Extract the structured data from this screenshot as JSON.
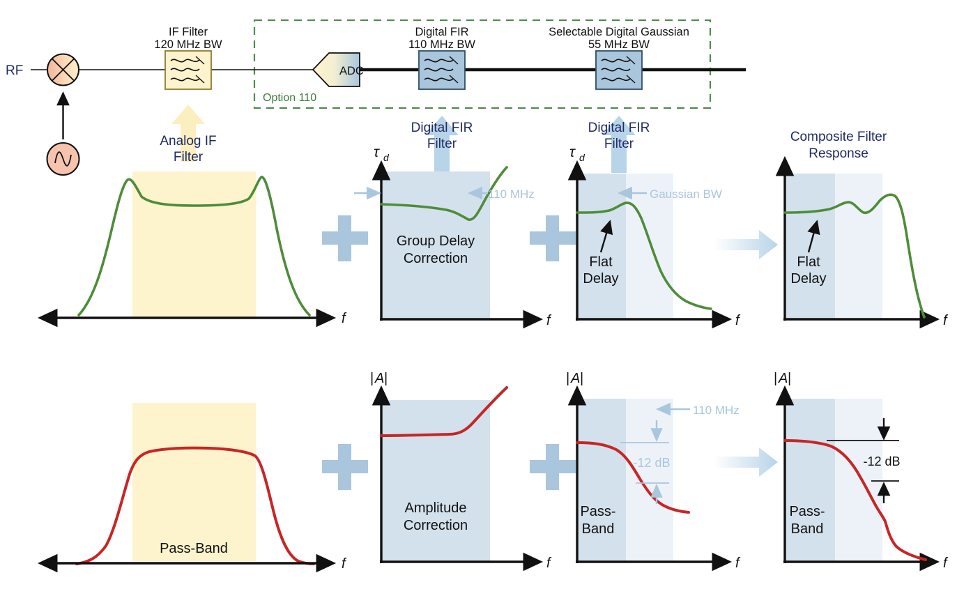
{
  "diagram": {
    "title": "Receiver IF and Digital Filter Chain with Composite Filter Response",
    "colors": {
      "analog_yellow": "#fdf3cd",
      "analog_yellow_border": "#b8a54a",
      "digital_blue": "#a9c6dd",
      "digital_blue_border": "#3c5a73",
      "band_blue": "#d3e1ec",
      "band_blue_light": "#edf2f9",
      "green_trace": "#4e8c3a",
      "red_trace": "#c62626",
      "navy_text": "#1f2a63",
      "option_green": "#3c7d3c",
      "arrow_blue": "#b8d4e8",
      "arrow_yellow": "#fbefc0",
      "mixer_pink": "#f6c3ae"
    },
    "blockchain": {
      "rf_label": "RF",
      "mixer": "mixer-symbol",
      "lo": "local-oscillator-symbol",
      "if_filter": {
        "line1": "IF Filter",
        "line2": "120 MHz BW",
        "callout": "Analog IF\nFilter",
        "callout_l1": "Analog IF",
        "callout_l2": "Filter"
      },
      "adc": {
        "label": "ADC"
      },
      "option_box": {
        "label": "Option 110"
      },
      "fir1": {
        "line1": "Digital FIR",
        "line2": "110 MHz BW",
        "callout_l1": "Digital FIR",
        "callout_l2": "Filter"
      },
      "fir2": {
        "line1": "Selectable Digital Gaussian",
        "line2": "55 MHz BW",
        "callout_l1": "Digital FIR",
        "callout_l2": "Filter"
      },
      "composite_title_l1": "Composite Filter",
      "composite_title_l2": "Response"
    },
    "operators": {
      "plus": "+",
      "result_arrow": "result-arrow"
    }
  },
  "chart_data": [
    {
      "id": "analog-if-group-delay",
      "type": "line",
      "title": "",
      "xlabel": "f",
      "ylabel": "",
      "axis_style": "double-arrow-horizontal",
      "trace_color": "#4e8c3a",
      "band": {
        "label": "",
        "color": "#fdf3cd",
        "x_start": 0.38,
        "x_end": 0.72
      },
      "notes": "Analog IF filter group-delay shape: flat with peaking at band edges, rolls off outside 120 MHz BW",
      "x": [
        0.22,
        0.27,
        0.3,
        0.33,
        0.345,
        0.36,
        0.4,
        0.5,
        0.6,
        0.66,
        0.685,
        0.7,
        0.72,
        0.76,
        0.82,
        0.9
      ],
      "y": [
        0.02,
        0.22,
        0.55,
        0.82,
        0.92,
        0.86,
        0.8,
        0.785,
        0.79,
        0.83,
        0.9,
        0.92,
        0.8,
        0.5,
        0.2,
        0.03
      ]
    },
    {
      "id": "fir1-group-delay-correction",
      "type": "line",
      "title": "",
      "xlabel": "f",
      "ylabel": "τ_d",
      "trace_color": "#4e8c3a",
      "band": {
        "label_l1": "Group Delay",
        "label_l2": "Correction",
        "color": "#d3e1ec",
        "x_start": 0.0,
        "x_end": 0.62
      },
      "annotation": {
        "text": "110 MHz",
        "color": "#a9c6dd"
      },
      "notes": "Flat correction across passband, dips at band edge, then rises steeply beyond 110 MHz",
      "x": [
        0.0,
        0.2,
        0.4,
        0.52,
        0.58,
        0.62,
        0.66,
        0.74,
        0.85
      ],
      "y": [
        0.72,
        0.715,
        0.705,
        0.68,
        0.645,
        0.655,
        0.72,
        0.85,
        0.97
      ]
    },
    {
      "id": "fir2-flat-delay",
      "type": "line",
      "title": "",
      "xlabel": "f",
      "ylabel": "τ_d",
      "trace_color": "#4e8c3a",
      "band": {
        "label_l1": "Flat",
        "label_l2": "Delay",
        "color": "#d3e1ec",
        "x_start": 0.0,
        "x_end": 0.29
      },
      "band2": {
        "label": "Gaussian BW",
        "color": "#edf2f9",
        "x_start": 0.29,
        "x_end": 0.56
      },
      "annotation": {
        "text": "Gaussian BW",
        "color": "#a9c6dd"
      },
      "notes": "Flat delay in passband, slight bump then monotonic roll-off of group delay",
      "x": [
        0.0,
        0.15,
        0.25,
        0.31,
        0.36,
        0.42,
        0.5,
        0.58,
        0.68,
        0.78,
        0.86
      ],
      "y": [
        0.74,
        0.738,
        0.745,
        0.775,
        0.785,
        0.745,
        0.6,
        0.4,
        0.2,
        0.08,
        0.04
      ]
    },
    {
      "id": "composite-group-delay",
      "type": "line",
      "title_l1": "Composite Filter",
      "title_l2": "Response",
      "xlabel": "f",
      "ylabel": "",
      "trace_color": "#4e8c3a",
      "band": {
        "label_l1": "Flat",
        "label_l2": "Delay",
        "color": "#d3e1ec",
        "x_start": 0.0,
        "x_end": 0.3
      },
      "band2": {
        "color": "#edf2f9",
        "x_start": 0.3,
        "x_end": 0.58
      },
      "notes": "Composite response: flat delay then ripple, peak, and sharp cliff past the Gaussian band",
      "x": [
        0.0,
        0.18,
        0.3,
        0.38,
        0.44,
        0.5,
        0.56,
        0.62,
        0.68,
        0.74,
        0.79,
        0.84
      ],
      "y": [
        0.73,
        0.73,
        0.745,
        0.775,
        0.745,
        0.725,
        0.775,
        0.825,
        0.8,
        0.55,
        0.22,
        0.02
      ]
    },
    {
      "id": "analog-if-amplitude",
      "type": "line",
      "title": "",
      "xlabel": "f",
      "ylabel": "",
      "axis_style": "double-arrow-horizontal",
      "trace_color": "#c62626",
      "band": {
        "label": "Pass-Band",
        "color": "#fdf3cd",
        "x_start": 0.38,
        "x_end": 0.72
      },
      "notes": "Analog IF amplitude: flat-top passband with steep skirts",
      "x": [
        0.21,
        0.27,
        0.32,
        0.355,
        0.38,
        0.45,
        0.55,
        0.65,
        0.7,
        0.725,
        0.76,
        0.82,
        0.9
      ],
      "y": [
        0.03,
        0.1,
        0.38,
        0.72,
        0.84,
        0.885,
        0.895,
        0.885,
        0.86,
        0.76,
        0.4,
        0.12,
        0.03
      ]
    },
    {
      "id": "fir1-amplitude-correction",
      "type": "line",
      "title": "",
      "xlabel": "f",
      "ylabel": "|A|",
      "trace_color": "#c62626",
      "band": {
        "label_l1": "Amplitude",
        "label_l2": "Correction",
        "color": "#d3e1ec",
        "x_start": 0.0,
        "x_end": 0.62
      },
      "notes": "Flat gain across correction band then rising gain to compensate analog roll-off",
      "x": [
        0.0,
        0.25,
        0.45,
        0.56,
        0.62,
        0.7,
        0.8,
        0.88
      ],
      "y": [
        0.72,
        0.718,
        0.722,
        0.735,
        0.78,
        0.88,
        0.98,
        1.03
      ]
    },
    {
      "id": "fir2-amplitude-passband",
      "type": "line",
      "title": "",
      "xlabel": "f",
      "ylabel": "|A|",
      "trace_color": "#c62626",
      "band": {
        "label_l1": "Pass-",
        "label_l2": "Band",
        "color": "#d3e1ec",
        "x_start": 0.0,
        "x_end": 0.29
      },
      "band2": {
        "color": "#edf2f9",
        "x_start": 0.29,
        "x_end": 0.56
      },
      "annotations": [
        {
          "text": "110 MHz",
          "color": "#a9c6dd"
        },
        {
          "text": "-12 dB",
          "color": "#a9c6dd"
        }
      ],
      "notes": "Gaussian pass-band amplitude rolling off ~12 dB at the 110 MHz edge",
      "x": [
        0.0,
        0.12,
        0.22,
        0.3,
        0.38,
        0.46,
        0.52,
        0.58,
        0.66,
        0.74,
        0.8
      ],
      "y": [
        0.74,
        0.738,
        0.722,
        0.67,
        0.58,
        0.46,
        0.375,
        0.3,
        0.23,
        0.205,
        0.2
      ]
    },
    {
      "id": "composite-amplitude",
      "type": "line",
      "title": "",
      "xlabel": "f",
      "ylabel": "|A|",
      "trace_color": "#c62626",
      "band": {
        "label_l1": "Pass-",
        "label_l2": "Band",
        "color": "#d3e1ec",
        "x_start": 0.0,
        "x_end": 0.3
      },
      "band2": {
        "color": "#edf2f9",
        "x_start": 0.3,
        "x_end": 0.58
      },
      "annotation": {
        "text": "-12 dB",
        "color": "#111111"
      },
      "notes": "Composite amplitude: flat pass-band, gentle roll to -12 dB then a sharp cliff",
      "x": [
        0.0,
        0.14,
        0.26,
        0.34,
        0.42,
        0.5,
        0.57,
        0.62,
        0.645,
        0.66,
        0.72,
        0.8,
        0.86
      ],
      "y": [
        0.745,
        0.742,
        0.725,
        0.695,
        0.645,
        0.565,
        0.475,
        0.4,
        0.33,
        0.255,
        0.16,
        0.1,
        0.055
      ]
    }
  ],
  "labels": {
    "f_axis": "f",
    "tau_d": "τ",
    "tau_sub": "d",
    "amp_abs_open": "|",
    "amp_A": "A",
    "amp_abs_close": "|",
    "mhz110_a": "110 MHz",
    "mhz110_b": "110 MHz",
    "gaussian_bw": "Gaussian BW",
    "db12_a": "-12 dB",
    "db12_b": "-12 dB",
    "flat_delay_a_l1": "Flat",
    "flat_delay_a_l2": "Delay",
    "flat_delay_b_l1": "Flat",
    "flat_delay_b_l2": "Delay",
    "group_delay_l1": "Group Delay",
    "group_delay_l2": "Correction",
    "amplitude_l1": "Amplitude",
    "amplitude_l2": "Correction",
    "passband_plain": "Pass-Band",
    "passband_a_l1": "Pass-",
    "passband_a_l2": "Band",
    "passband_b_l1": "Pass-",
    "passband_b_l2": "Band"
  }
}
